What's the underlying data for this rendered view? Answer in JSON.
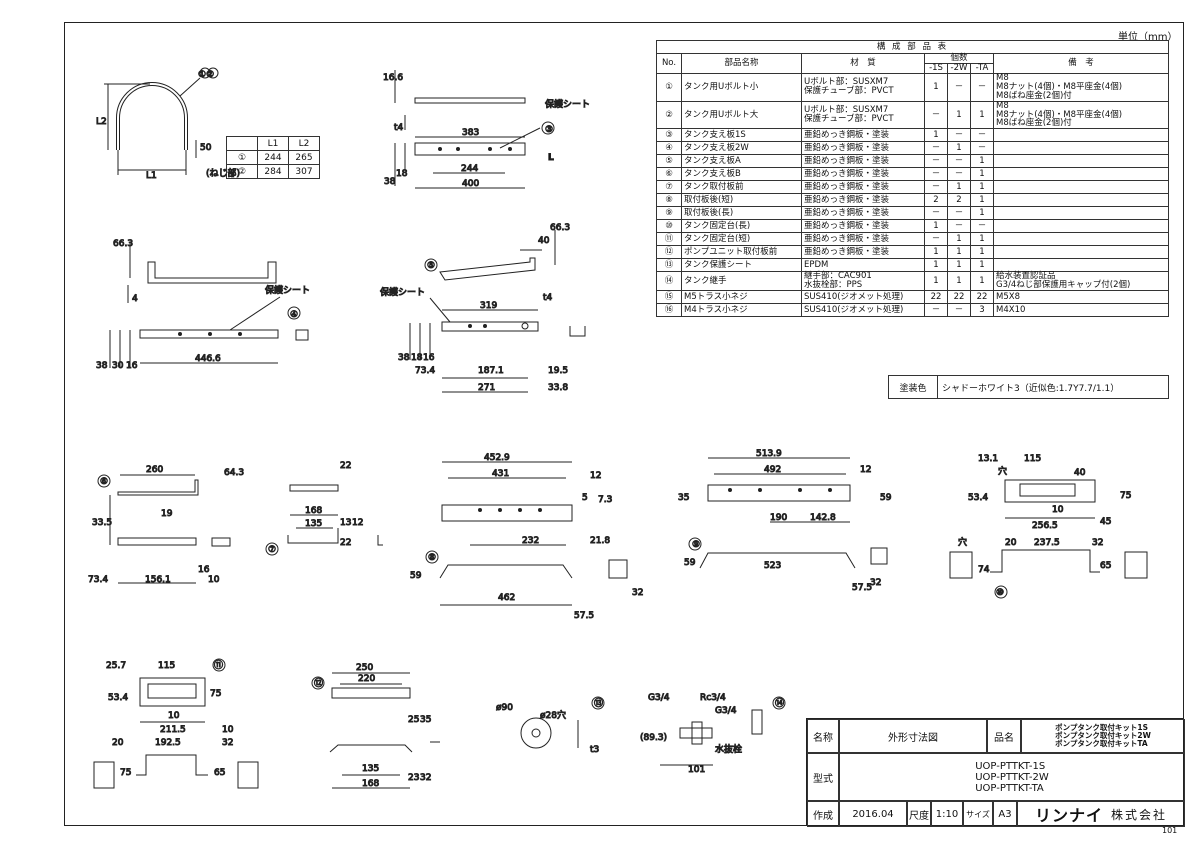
{
  "unit_label": "単位（mm）",
  "sheet_code": "101",
  "parts_table": {
    "caption": "構 成 部 品 表",
    "headers": {
      "no": "No.",
      "name": "部品名称",
      "material": "材　質",
      "qty": "個数",
      "kit1": "-1S",
      "kit2": "-2W",
      "kit3": "-TA",
      "remarks": "備　考"
    },
    "rows": [
      {
        "no": "①",
        "name": "タンク用Uボルト小",
        "material": "Uボルト部：SUSXM7\n保護チューブ部：PVCT",
        "q1": "1",
        "q2": "－",
        "q3": "－",
        "remarks": "M8\nM8ナット(4個)・M8平座金(4個)\nM8ばね座金(2個)付"
      },
      {
        "no": "②",
        "name": "タンク用Uボルト大",
        "material": "Uボルト部：SUSXM7\n保護チューブ部：PVCT",
        "q1": "－",
        "q2": "1",
        "q3": "1",
        "remarks": "M8\nM8ナット(4個)・M8平座金(4個)\nM8ばね座金(2個)付"
      },
      {
        "no": "③",
        "name": "タンク支え板1S",
        "material": "亜鉛めっき鋼板・塗装",
        "q1": "1",
        "q2": "－",
        "q3": "－",
        "remarks": ""
      },
      {
        "no": "④",
        "name": "タンク支え板2W",
        "material": "亜鉛めっき鋼板・塗装",
        "q1": "－",
        "q2": "1",
        "q3": "－",
        "remarks": ""
      },
      {
        "no": "⑤",
        "name": "タンク支え板A",
        "material": "亜鉛めっき鋼板・塗装",
        "q1": "－",
        "q2": "－",
        "q3": "1",
        "remarks": ""
      },
      {
        "no": "⑥",
        "name": "タンク支え板B",
        "material": "亜鉛めっき鋼板・塗装",
        "q1": "－",
        "q2": "－",
        "q3": "1",
        "remarks": ""
      },
      {
        "no": "⑦",
        "name": "タンク取付板前",
        "material": "亜鉛めっき鋼板・塗装",
        "q1": "－",
        "q2": "1",
        "q3": "1",
        "remarks": ""
      },
      {
        "no": "⑧",
        "name": "取付板後(短)",
        "material": "亜鉛めっき鋼板・塗装",
        "q1": "2",
        "q2": "2",
        "q3": "1",
        "remarks": ""
      },
      {
        "no": "⑨",
        "name": "取付板後(長)",
        "material": "亜鉛めっき鋼板・塗装",
        "q1": "－",
        "q2": "－",
        "q3": "1",
        "remarks": ""
      },
      {
        "no": "⑩",
        "name": "タンク固定台(長)",
        "material": "亜鉛めっき鋼板・塗装",
        "q1": "1",
        "q2": "－",
        "q3": "－",
        "remarks": ""
      },
      {
        "no": "⑪",
        "name": "タンク固定台(短)",
        "material": "亜鉛めっき鋼板・塗装",
        "q1": "－",
        "q2": "1",
        "q3": "1",
        "remarks": ""
      },
      {
        "no": "⑫",
        "name": "ポンプユニット取付板前",
        "material": "亜鉛めっき鋼板・塗装",
        "q1": "1",
        "q2": "1",
        "q3": "1",
        "remarks": ""
      },
      {
        "no": "⑬",
        "name": "タンク保護シート",
        "material": "EPDM",
        "q1": "1",
        "q2": "1",
        "q3": "1",
        "remarks": ""
      },
      {
        "no": "⑭",
        "name": "タンク継手",
        "material": "継手部：CAC901\n水抜栓部：PPS",
        "q1": "1",
        "q2": "1",
        "q3": "1",
        "remarks": "給水装置認証品\nG3/4ねじ部保護用キャップ付(2個)"
      },
      {
        "no": "⑮",
        "name": "M5トラス小ネジ",
        "material": "SUS410(ジオメット処理)",
        "q1": "22",
        "q2": "22",
        "q3": "22",
        "remarks": "M5X8"
      },
      {
        "no": "⑯",
        "name": "M4トラス小ネジ",
        "material": "SUS410(ジオメット処理)",
        "q1": "－",
        "q2": "－",
        "q3": "3",
        "remarks": "M4X10"
      }
    ]
  },
  "paint": {
    "label": "塗装色",
    "value": "シャドーホワイト3（近似色:1.7Y7.7/1.1）"
  },
  "l_table": {
    "headers": [
      "",
      "L1",
      "L2"
    ],
    "rows": [
      [
        "①",
        "244",
        "265"
      ],
      [
        "②",
        "284",
        "307"
      ]
    ]
  },
  "title_block": {
    "name_label": "名称",
    "name_value": "外形寸法図",
    "product_label": "品名",
    "product_value": "ポンプタンク取付キット1S\nポンプタンク取付キット2W\nポンプタンク取付キットTA",
    "model_label": "型式",
    "model_value": "UOP-PTTKT-1S\nUOP-PTTKT-2W\nUOP-PTTKT-TA",
    "date_label": "作成",
    "date_value": "2016.04",
    "scale_label": "尺度",
    "scale_value": "1:10",
    "size_label": "サイズ",
    "size_value": "A3",
    "company_logo": "リンナイ",
    "company_suffix": "株式会社"
  },
  "drawing_labels": {
    "part_1_2": "①②",
    "l1": "L1",
    "l2": "L2",
    "d50": "50",
    "thread_note": "(ねじ部)",
    "d16_6": "16.6",
    "protect_sheet": "保護シート",
    "d383": "383",
    "d244": "244",
    "d400": "400",
    "d38": "38",
    "d18": "18",
    "t4": "t4",
    "big_L": "L",
    "d66_3": "66.3",
    "d4": "4",
    "d446_6": "446.6",
    "d30": "30",
    "d16": "16",
    "d40": "40",
    "d319": "319",
    "d73_4": "73.4",
    "d187_1": "187.1",
    "d19_5": "19.5",
    "d271": "271",
    "d33_8": "33.8",
    "d260": "260",
    "d64_3": "64.3",
    "d33_5": "33.5",
    "d19": "19",
    "d156_1": "156.1",
    "d10": "10",
    "d22": "22",
    "d168": "168",
    "d135": "135",
    "d13": "13",
    "d12": "12",
    "d452_9": "452.9",
    "d431": "431",
    "d7_3": "7.3",
    "d5": "5",
    "d232": "232",
    "d21_8": "21.8",
    "d59": "59",
    "d462": "462",
    "d57_5": "57.5",
    "d32": "32",
    "d513_9": "513.9",
    "d492": "492",
    "d35": "35",
    "d190": "190",
    "d142_8": "142.8",
    "d523": "523",
    "d13_1": "13.1",
    "d115": "115",
    "hole": "穴",
    "d53_4": "53.4",
    "d75": "75",
    "d256_5": "256.5",
    "d45": "45",
    "d20": "20",
    "d237_5": "237.5",
    "d74": "74",
    "d65": "65",
    "d25_7": "25.7",
    "d211_5": "211.5",
    "d192_5": "192.5",
    "d250": "250",
    "d220": "220",
    "d25": "25",
    "d23": "23",
    "d90": "ø90",
    "d28": "ø28穴",
    "t3": "t3",
    "g34a": "G3/4",
    "rc34": "Rc3/4",
    "g34b": "G3/4",
    "d89_3": "(89.3)",
    "d101": "101",
    "drain": "水抜栓",
    "c3": "③",
    "c4": "④",
    "c5": "⑤",
    "c6": "⑥",
    "c7": "⑦",
    "c8": "⑧",
    "c9": "⑨",
    "c10": "⑩",
    "c11": "⑪",
    "c12": "⑫",
    "c13": "⑬",
    "c14": "⑭"
  }
}
